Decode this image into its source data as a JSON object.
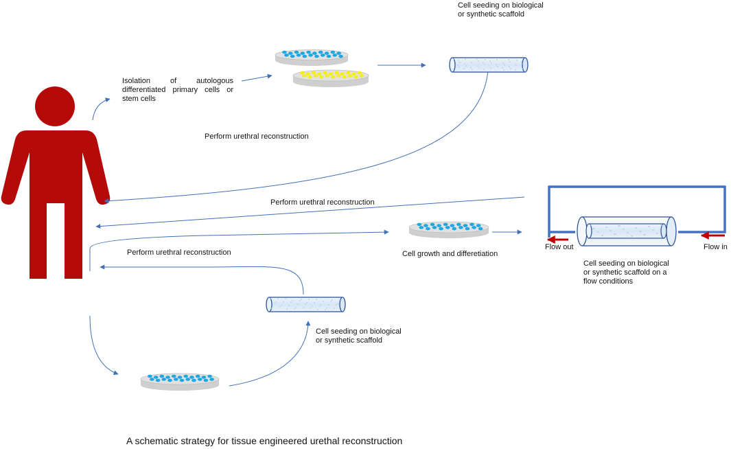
{
  "labels": {
    "cell_seeding_top": [
      "Cell seeding on biological",
      "or synthetic scaffold"
    ],
    "isolation": "Isolation of autologous differentiated primary cells or stem cells",
    "perform_1": "Perform urethral reconstruction",
    "perform_2": "Perform urethral reconstruction",
    "perform_3": "Perform urethral reconstruction",
    "cell_growth": "Cell growth and differetiation",
    "flow_out": "Flow out",
    "flow_in": "Flow in",
    "cell_seeding_flow": [
      "Cell seeding on biological",
      "or synthetic scaffold on a",
      "flow conditions"
    ],
    "cell_seeding_bottom": [
      "Cell seeding on biological",
      "or synthetic scaffold"
    ]
  },
  "caption": "A schematic strategy for tissue engineered urethal reconstruction",
  "colors": {
    "figure": "#b50a0a",
    "arrow": "#3f6fb5",
    "blue_cell": "#1ea7e0",
    "yellow_cell": "#f5ee1a",
    "dish": "#cfcfcf",
    "flow_frame": "#4472c4",
    "flow_arrow": "#c00000"
  }
}
